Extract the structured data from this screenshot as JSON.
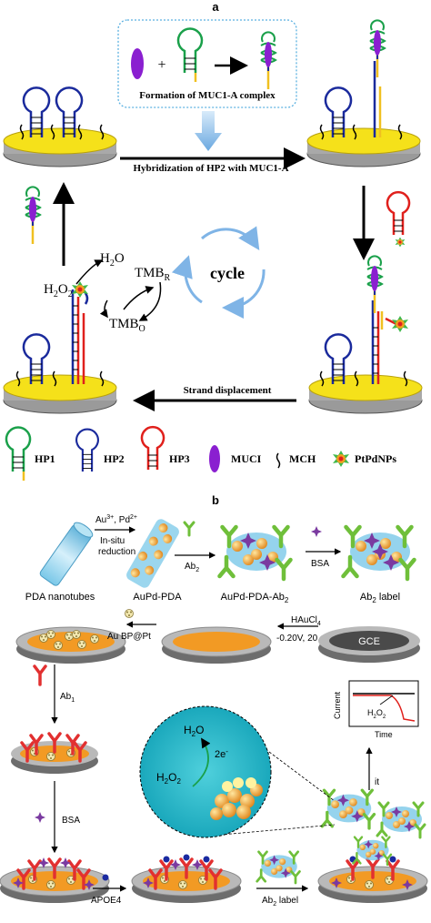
{
  "panel_a": {
    "label": "a",
    "inset_caption": "Formation of MUC1-A complex",
    "plus": "+",
    "arrow_top_label": "Hybridization of HP2 with MUC1-A",
    "arrow_bottom_label": "Strand displacement",
    "cycle_label": "cycle",
    "h2o": "H",
    "h2o_sub": "2",
    "h2o_tail": "O",
    "h2o2": "H",
    "h2o2_sub1": "2",
    "h2o2_mid": "O",
    "h2o2_sub2": "2",
    "tmbr": "TMB",
    "tmbr_sub": "R",
    "tmbo": "TMB",
    "tmbo_sub": "O",
    "legend": {
      "hp1": "HP1",
      "hp2": "HP2",
      "hp3": "HP3",
      "muc1": "MUCI",
      "mch": "MCH",
      "ptpd": "PtPdNPs"
    },
    "colors": {
      "hp1": "#1aa04a",
      "hp2": "#1a2a9c",
      "hp3": "#e0201c",
      "muc1": "#8a1fd0",
      "gold": "#f5e11a",
      "electrode": "#a9a9a9"
    }
  },
  "panel_b": {
    "label": "b",
    "metal_ions": "Au",
    "metal_ions_sup": "3+",
    "metal_sep": ", Pd",
    "metal_sup2": "2+",
    "insitu_1": "In-situ",
    "insitu_2": "reduction",
    "pda": "PDA nanotubes",
    "aupd_pda": "AuPd-PDA",
    "ab2": "Ab",
    "ab2_sub": "2",
    "aupd_pda_ab2": "AuPd-PDA-Ab",
    "aupd_pda_ab2_sub": "2",
    "bsa": "BSA",
    "ab2_label": "Ab",
    "ab2_label_sub": "2",
    "ab2_label_tail": " label",
    "haucl4": "HAuCl",
    "haucl4_sub": "4",
    "voltage": "-0.20V, 20 s",
    "gce": "GCE",
    "au_bp": "Au BP@Pt",
    "ab1": "Ab",
    "ab1_sub": "1",
    "bsa2": "BSA",
    "apoe4": "APOE4",
    "ab2_label2": "Ab",
    "ab2_label2_sub": "2",
    "ab2_label2_tail": " label",
    "zoom_h2o": "H",
    "zoom_h2o_sub": "2",
    "zoom_h2o_tail": "O",
    "zoom_h2o2": "H",
    "zoom_h2o2_sub": "2",
    "zoom_h2o2_mid": "O",
    "zoom_h2o2_sub2": "2",
    "zoom_e": "2e",
    "zoom_e_sup": "-",
    "it": "it",
    "plot_y": "Current",
    "plot_x": "Time",
    "plot_h2o2": "H",
    "plot_h2o2_sub": "2",
    "plot_h2o2_mid": "O",
    "plot_h2o2_sub2": "2"
  }
}
